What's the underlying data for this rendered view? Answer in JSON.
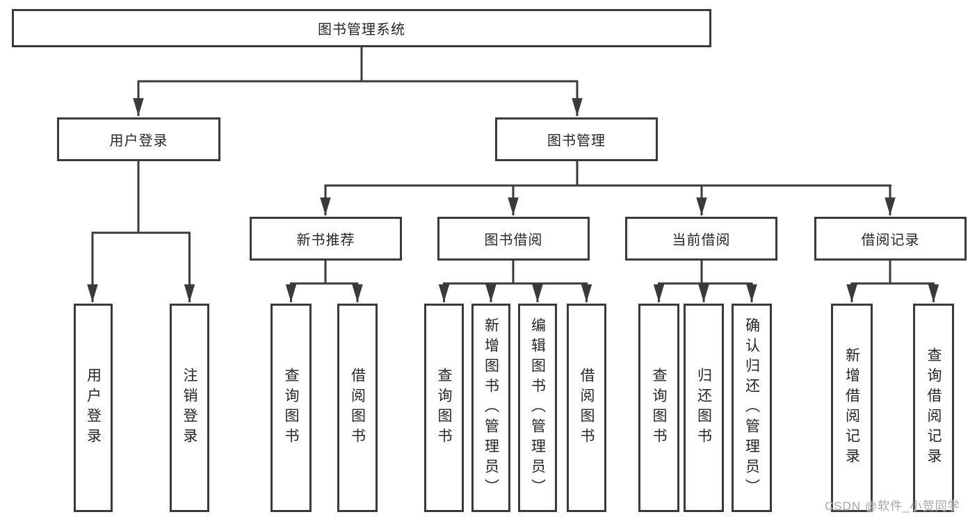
{
  "colors": {
    "line": "#3a3a3a",
    "box_border": "#3a3a3a",
    "text": "#262626",
    "watermark_text": "#a6a6a6",
    "background": "#ffffff"
  },
  "watermark": "CSDN @软件_小贺同学",
  "tree": {
    "label": "图书管理系统",
    "children": [
      {
        "label": "用户登录",
        "children": [
          {
            "label": "用户登录"
          },
          {
            "label": "注销登录"
          }
        ]
      },
      {
        "label": "图书管理",
        "children": [
          {
            "label": "新书推荐",
            "children": [
              {
                "label": "查询图书"
              },
              {
                "label": "借阅图书"
              }
            ]
          },
          {
            "label": "图书借阅",
            "children": [
              {
                "label": "查询图书"
              },
              {
                "label": "新增图书（管理员）"
              },
              {
                "label": "编辑图书（管理员）"
              },
              {
                "label": "借阅图书"
              }
            ]
          },
          {
            "label": "当前借阅",
            "children": [
              {
                "label": "查询图书"
              },
              {
                "label": "归还图书"
              },
              {
                "label": "确认归还（管理员）"
              }
            ]
          },
          {
            "label": "借阅记录",
            "children": [
              {
                "label": "新增借阅记录"
              },
              {
                "label": "查询借阅记录"
              }
            ]
          }
        ]
      }
    ]
  }
}
